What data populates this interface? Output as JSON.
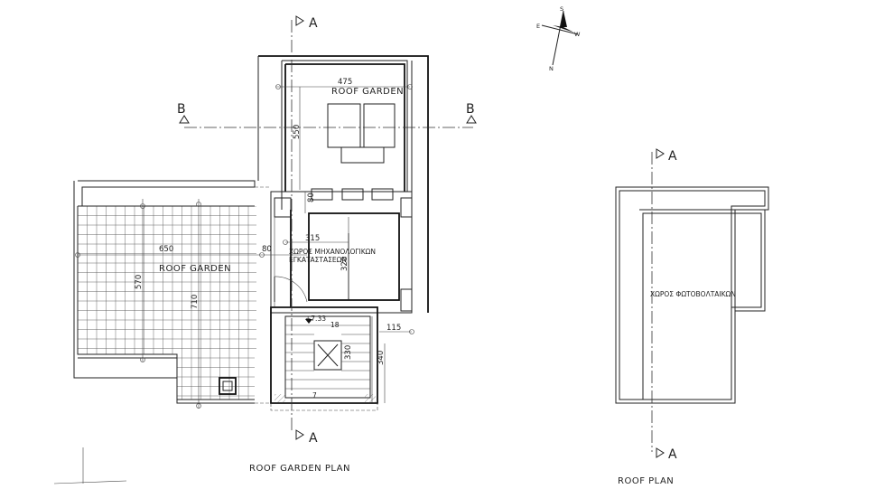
{
  "drawing": {
    "roof_garden_plan": {
      "title": "ROOF GARDEN PLAN",
      "rooms": [
        {
          "key": "roof_garden_top",
          "label": "ROOF  GARDEN"
        },
        {
          "key": "roof_garden_left",
          "label": "ROOF  GARDEN"
        },
        {
          "key": "mechanical",
          "label_line1": "ΧΩΡΟΣ  ΜΗΧΑΝΟΛΟΓΙΚΩΝ",
          "label_line2": "ΕΓΚΑΤΑΣΤΑΣΕΩΝ"
        }
      ],
      "dimensions": {
        "d475": "475",
        "d550": "550",
        "d80a": "80",
        "d80b": "80",
        "d650": "650",
        "d570": "570",
        "d710": "710",
        "d315": "315",
        "d320": "320",
        "d115": "115",
        "d330": "330",
        "d340": "340"
      },
      "level": "+7.33",
      "stair_steps": {
        "top": "18",
        "bottom": "7"
      },
      "section_marks": {
        "a_top": "A",
        "a_bottom": "A",
        "b_left": "B",
        "b_right": "B"
      }
    },
    "roof_plan": {
      "title": "ROOF PLAN",
      "room_label": "ΧΩΡΟΣ  ΦΩΤΟΒΟΛΤΑΙΚΩΝ",
      "section_marks": {
        "a_top": "A",
        "a_bottom": "A"
      }
    },
    "north_arrow": {
      "n": "N",
      "s": "S",
      "e": "E",
      "w": "W"
    }
  }
}
